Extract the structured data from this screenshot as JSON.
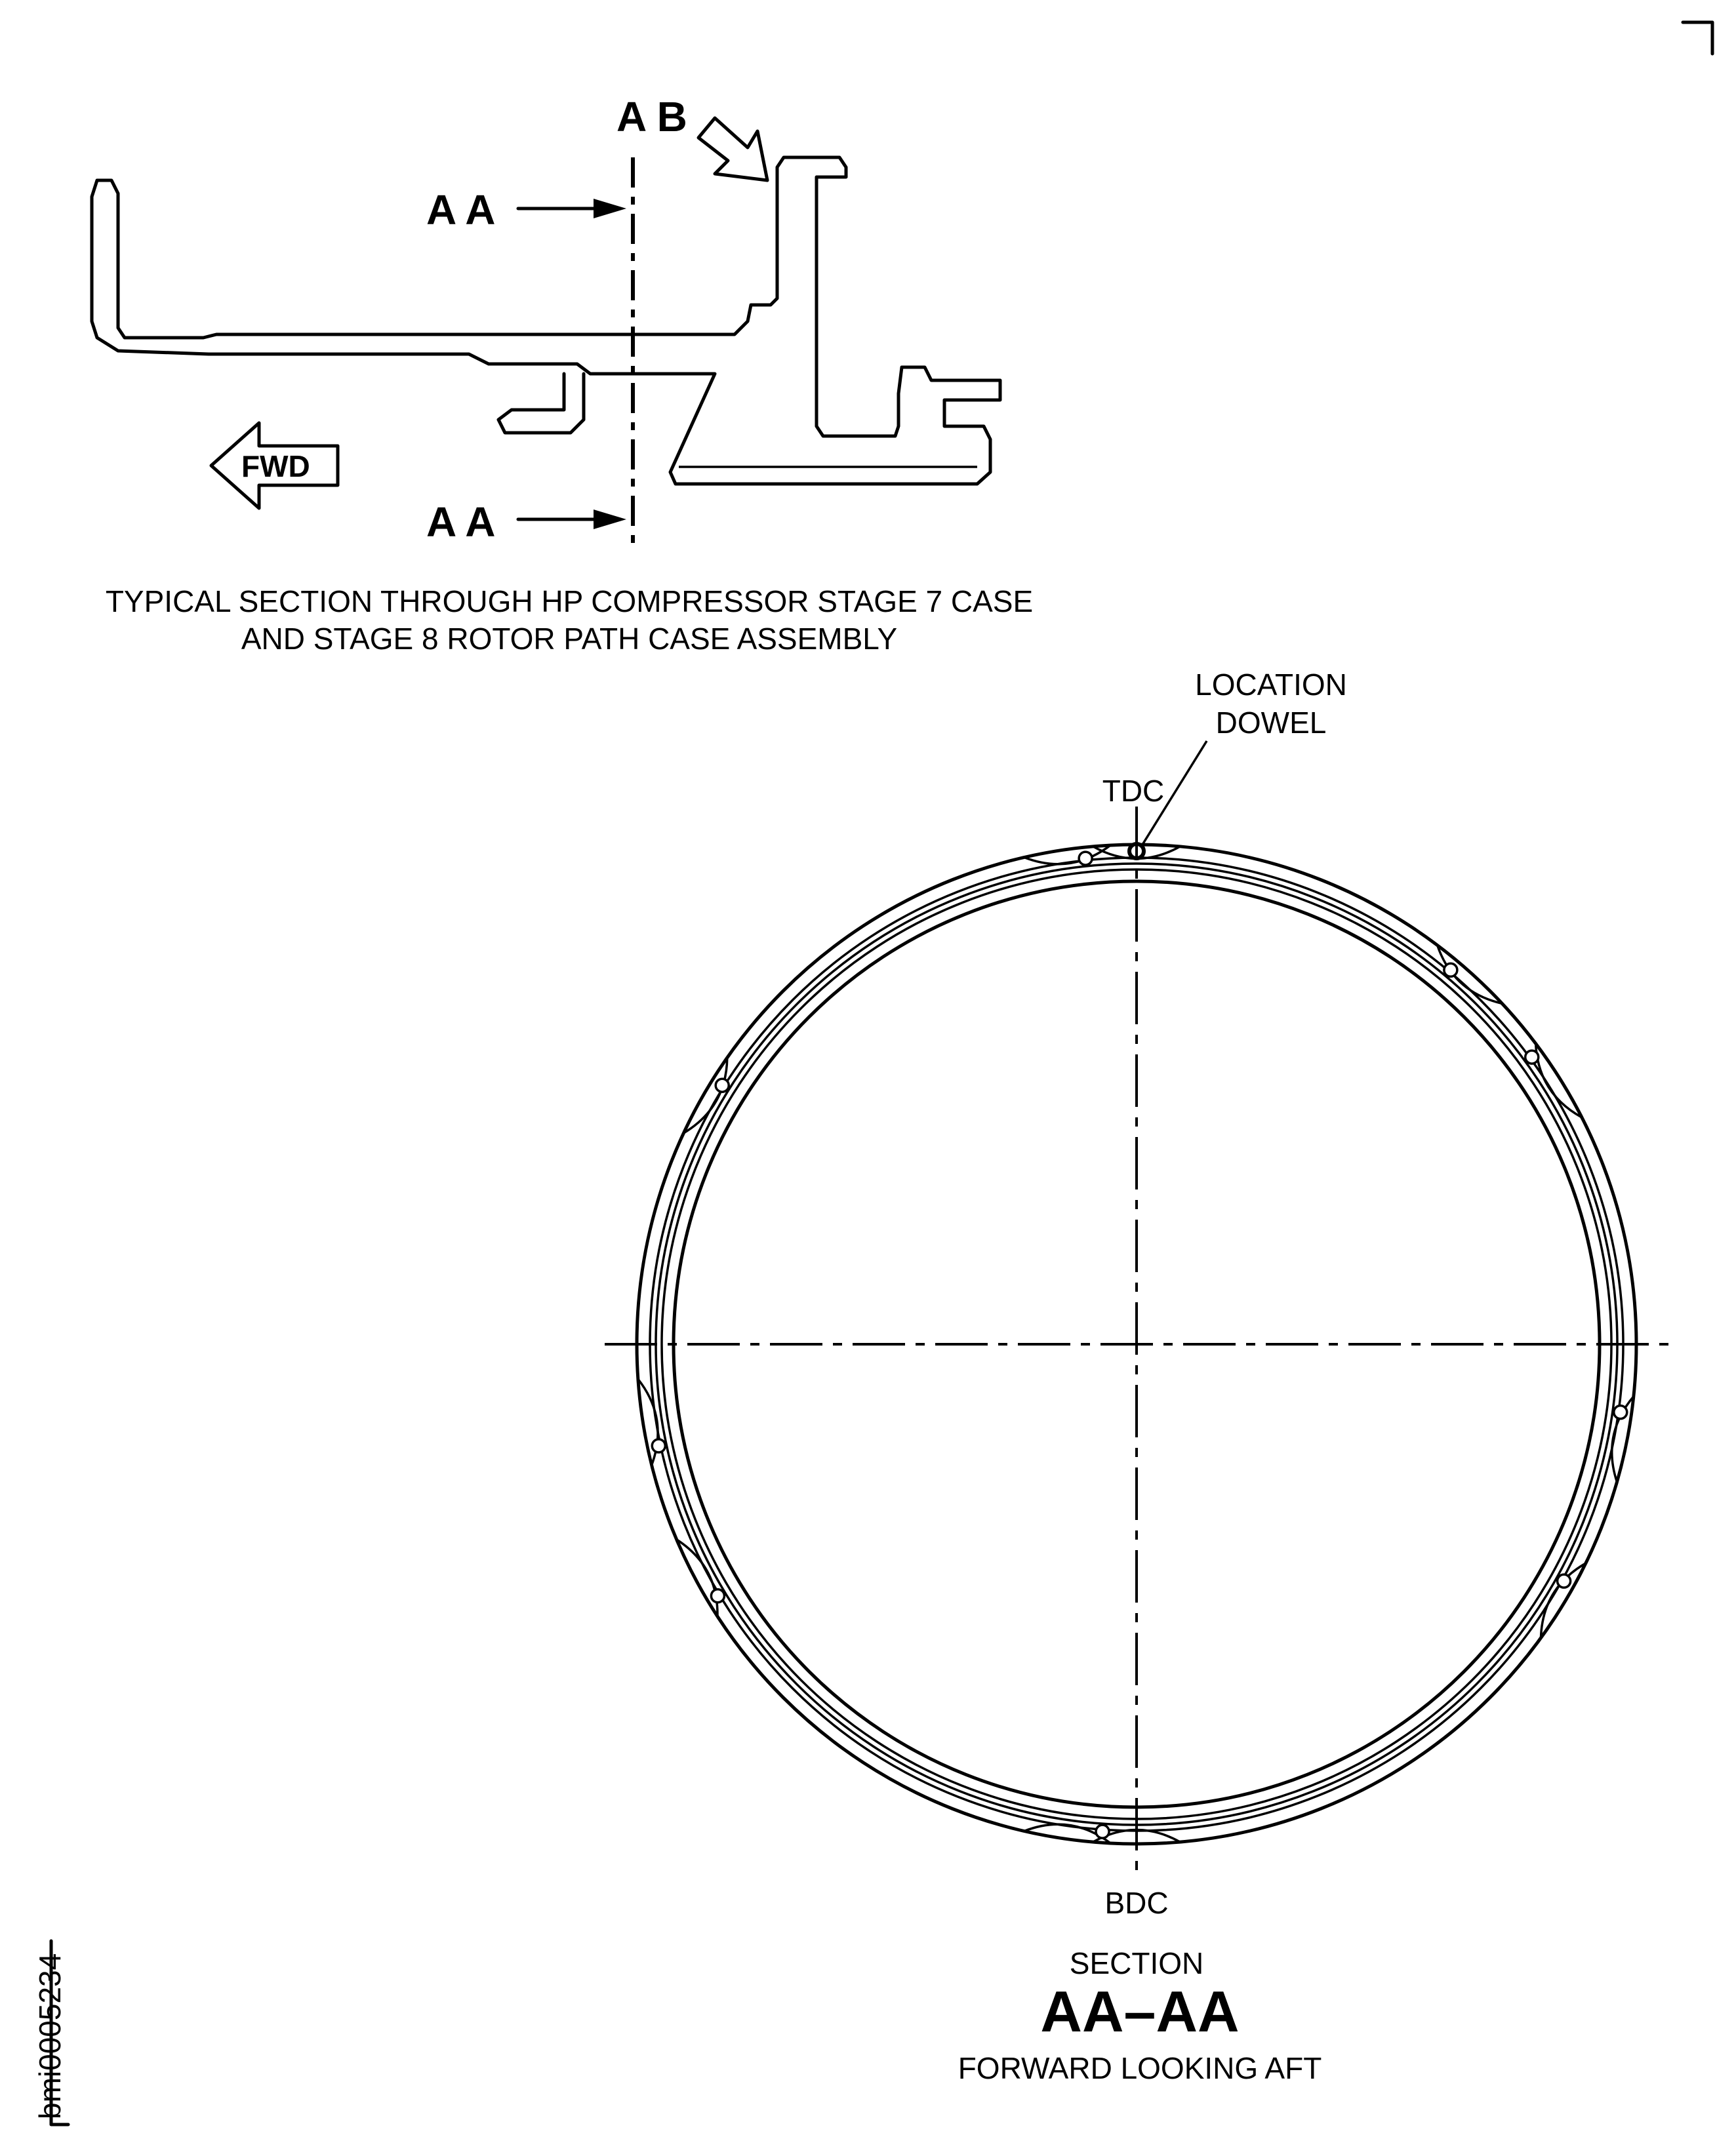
{
  "detail_view": {
    "view_label_ab": "A B",
    "cut_label_top": "A A",
    "cut_label_bottom": "A A",
    "fwd_label": "FWD",
    "caption_line1": "TYPICAL SECTION THROUGH HP COMPRESSOR STAGE 7 CASE",
    "caption_line2": "AND STAGE 8 ROTOR PATH CASE ASSEMBLY"
  },
  "section_view": {
    "location_line1": "LOCATION",
    "location_line2": "DOWEL",
    "tdc": "TDC",
    "bdc": "BDC",
    "section_word": "SECTION",
    "section_id": "AA–AA",
    "orientation": "FORWARD LOOKING AFT"
  },
  "figure_id": "bmi0005234"
}
